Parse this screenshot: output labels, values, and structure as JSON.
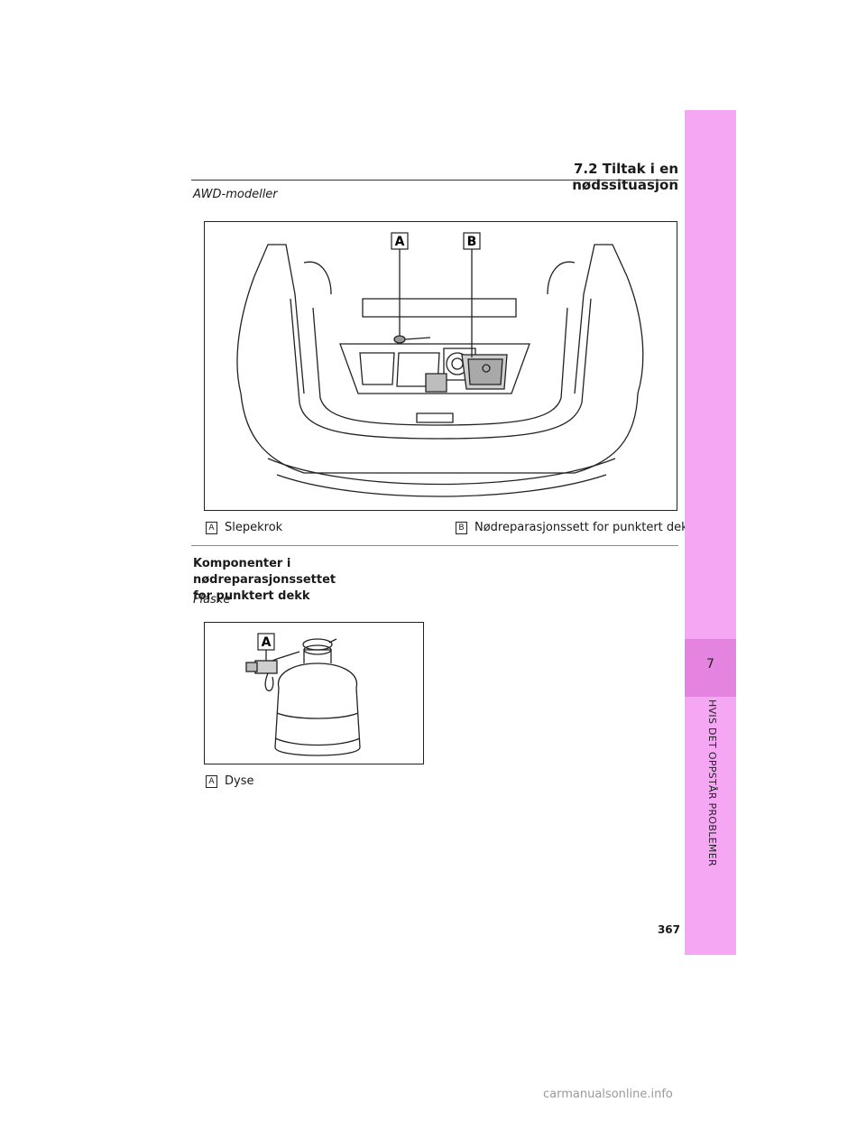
{
  "header": {
    "section_title": "7.2 Tiltak i en nødssituasjon"
  },
  "awd": {
    "subtitle": "AWD-modeller",
    "figure": {
      "callout_a": "A",
      "callout_b": "B"
    },
    "captions": [
      {
        "badge": "A",
        "text": "Slepekrok"
      },
      {
        "badge": "B",
        "text": "Nødreparasjonssett for punktert dekk"
      }
    ]
  },
  "components": {
    "heading_line1": "Komponenter i nødreparasjonssettet",
    "heading_line2": "for punktert dekk",
    "subtitle": "Flaske",
    "figure": {
      "callout_a": "A"
    },
    "captions": [
      {
        "badge": "A",
        "text": "Dyse"
      }
    ]
  },
  "side_tab": {
    "chapter_number": "7",
    "chapter_label": "HVIS DET OPPSTÅR PROBLEMER",
    "color": "#f6a7f3",
    "active_color": "#e484e0"
  },
  "page_number": "367",
  "watermark": "carmanualsonline.info"
}
